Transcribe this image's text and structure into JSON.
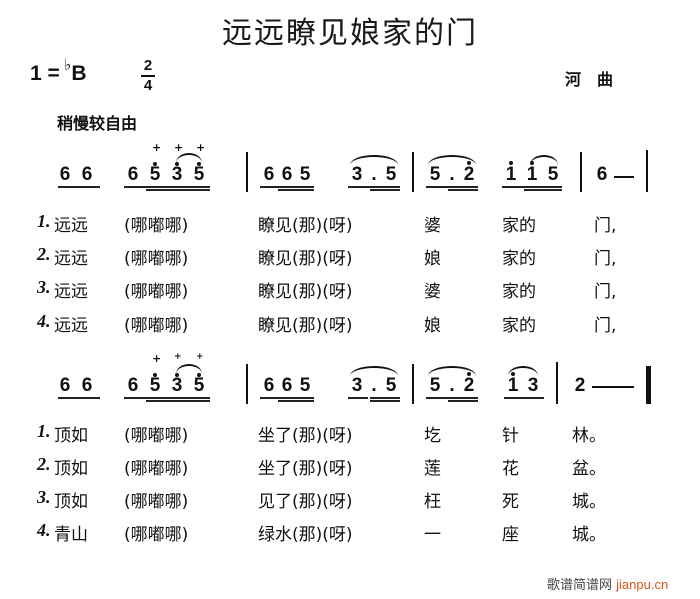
{
  "title": "远远瞭见娘家的门",
  "key_signature": {
    "prefix": "1 =",
    "flat": "♭",
    "note": "B"
  },
  "time_signature": {
    "numerator": "2",
    "denominator": "4"
  },
  "composer_label": "河曲",
  "tempo_marking": "稍慢较自由",
  "score": {
    "line1": {
      "notes": [
        "6",
        "6",
        "6",
        "5",
        "3",
        "5",
        "6",
        "6",
        "5",
        "3",
        ".",
        "5",
        "5",
        ".",
        "2",
        "1",
        "1",
        "5",
        "6"
      ],
      "sustain": "—"
    },
    "line2": {
      "notes": [
        "6",
        "6",
        "6",
        "5",
        "3",
        "5",
        "6",
        "6",
        "5",
        "3",
        ".",
        "5",
        "5",
        ".",
        "2",
        "1",
        "3",
        "2"
      ],
      "sustain": "——"
    }
  },
  "lyrics": {
    "section1": [
      {
        "num": "1.",
        "a": "远远",
        "b": "(哪嘟哪)",
        "c": "瞭见(那)(呀)",
        "d": "婆",
        "e": "家的",
        "f": "门,"
      },
      {
        "num": "2.",
        "a": "远远",
        "b": "(哪嘟哪)",
        "c": "瞭见(那)(呀)",
        "d": "娘",
        "e": "家的",
        "f": "门,"
      },
      {
        "num": "3.",
        "a": "远远",
        "b": "(哪嘟哪)",
        "c": "瞭见(那)(呀)",
        "d": "婆",
        "e": "家的",
        "f": "门,"
      },
      {
        "num": "4.",
        "a": "远远",
        "b": "(哪嘟哪)",
        "c": "瞭见(那)(呀)",
        "d": "娘",
        "e": "家的",
        "f": "门,"
      }
    ],
    "section2": [
      {
        "num": "1.",
        "a": "顶如",
        "b": "(哪嘟哪)",
        "c": "坐了(那)(呀)",
        "d": "圪",
        "e": "针",
        "f": "林。"
      },
      {
        "num": "2.",
        "a": "顶如",
        "b": "(哪嘟哪)",
        "c": "坐了(那)(呀)",
        "d": "莲",
        "e": "花",
        "f": "盆。"
      },
      {
        "num": "3.",
        "a": "顶如",
        "b": "(哪嘟哪)",
        "c": "见了(那)(呀)",
        "d": "枉",
        "e": "死",
        "f": "城。"
      },
      {
        "num": "4.",
        "a": "青山",
        "b": "(哪嘟哪)",
        "c": "绿水(那)(呀)",
        "d": "一",
        "e": "座",
        "f": "城。"
      }
    ]
  },
  "watermark": {
    "text": "歌谱简谱网",
    "site": "jianpu.cn"
  }
}
